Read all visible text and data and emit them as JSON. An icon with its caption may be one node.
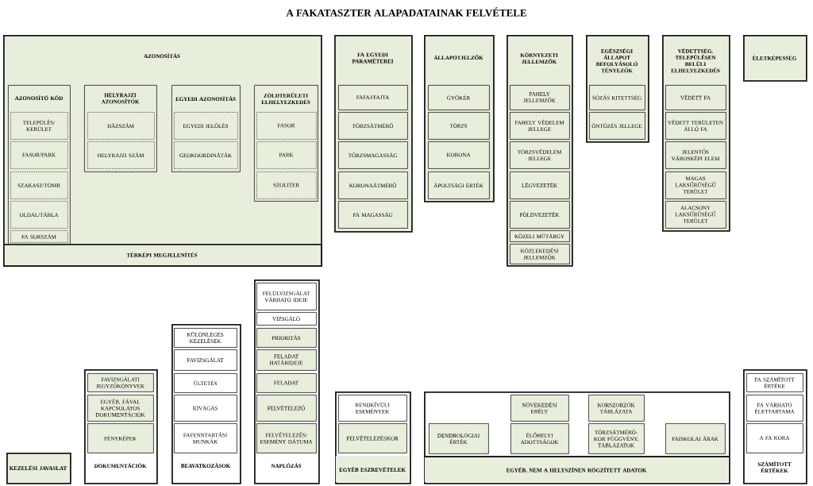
{
  "diagram": {
    "title": "A FAKATASZTER ALAPADATAINAK FELVÉTELE",
    "nodes": [
      {
        "text": [
          "AZONOSÍTÁS"
        ]
      },
      {
        "text": [
          "AZONOSÍTÓ KÓD"
        ],
        "in": 0
      },
      {
        "text": [
          "TELEPÜLÉS/ KERÜLET"
        ],
        "in": 1
      },
      {
        "text": [
          "FASOR/PARK"
        ],
        "in": 1
      },
      {
        "text": [
          "SZAKASZ/TÖMB"
        ],
        "in": 1
      },
      {
        "text": [
          "OLDAL/TÁBLA"
        ],
        "in": 1
      },
      {
        "text": [
          "FA SORSZÁM"
        ],
        "in": 1
      },
      {
        "text": [
          "HELYRAJZI AZONOSÍTÓK"
        ],
        "in": 0
      },
      {
        "text": [
          "HÁZSZÁM"
        ],
        "in": 7
      },
      {
        "text": [
          "HELYRAJZI SZÁM"
        ],
        "in": 7
      },
      {
        "text": [
          "EGYEDI AZONOSÍTÁS"
        ],
        "in": 0
      },
      {
        "text": [
          "EGYEDI JELÖLÉS"
        ],
        "in": 10
      },
      {
        "text": [
          "GEOKOORDINÁTÁK"
        ],
        "in": 10
      },
      {
        "text": [
          "ZÖLDTERÜLETI ELHELYEZKEDÉS"
        ],
        "in": 0
      },
      {
        "text": [
          "FASOR"
        ],
        "in": 13
      },
      {
        "text": [
          "PARK"
        ],
        "in": 13
      },
      {
        "text": [
          "SZOLITER"
        ],
        "in": 13
      },
      {
        "text": [
          "TÉRKÉPI MEGJELENÍTÉS"
        ],
        "in": 0
      },
      {
        "text": [
          "FA EGYEDI PARAMÉTEREI"
        ]
      },
      {
        "text": [
          "FAFAJ/FAJTA"
        ],
        "in": 18
      },
      {
        "text": [
          "TÖRZSÁTMÉRŐ"
        ],
        "in": 18
      },
      {
        "text": [
          "TÖRZSMAGASSÁG"
        ],
        "in": 18
      },
      {
        "text": [
          "KORONAÁTMÉRŐ"
        ],
        "in": 18
      },
      {
        "text": [
          "FA MAGASSÁG"
        ],
        "in": 18
      },
      {
        "text": [
          "ÁLLAPOTJELZŐK"
        ]
      },
      {
        "text": [
          "GYÖKÉR"
        ],
        "in": 24
      },
      {
        "text": [
          "TÖRZS"
        ],
        "in": 24
      },
      {
        "text": [
          "KORONA"
        ],
        "in": 24
      },
      {
        "text": [
          "ÁPOLTSÁGI ÉRTÉK"
        ],
        "in": 24
      },
      {
        "text": [
          "KÖRNYEZETI JELLEMZŐK"
        ]
      },
      {
        "text": [
          "FAHELY JELLEMZŐK"
        ],
        "in": 29
      },
      {
        "text": [
          "FAHELY VÉDELEM JELLEGE"
        ],
        "in": 29
      },
      {
        "text": [
          "TÖRZSVÉDELEM JELLEGE"
        ],
        "in": 29
      },
      {
        "text": [
          "LÉGVEZETÉK"
        ],
        "in": 29
      },
      {
        "text": [
          "FÖLDVEZETÉK"
        ],
        "in": 29
      },
      {
        "text": [
          "KÖZELI MŰTÁRGY"
        ],
        "in": 29
      },
      {
        "text": [
          "KÖZLEKEDÉSI JELLEMZŐK"
        ],
        "in": 29
      },
      {
        "text": [
          "EGÉSZSÉGI ÁLLAPOT BEFOLYÁSOLÓ TÉNYEZŐK"
        ]
      },
      {
        "text": [
          "SÓZÁS KITETTSÉG"
        ],
        "in": 37
      },
      {
        "text": [
          "ÖNTÖZÉS JELLEGE"
        ],
        "in": 37
      },
      {
        "text": [
          "VÉDETTSÉG. TELEPÜLÉSEN BELÜLI ELHELYEZKEDÉS"
        ]
      },
      {
        "text": [
          "VÉDETT FA"
        ],
        "in": 40
      },
      {
        "text": [
          "VÉDETT TERÜLETEN ÁLLÓ FA"
        ],
        "in": 40
      },
      {
        "text": [
          "JELENTŐS VÁROSKÉPI ELEM"
        ],
        "in": 40
      },
      {
        "text": [
          "MAGAS LAKSŰRŰSÉGŰ TERÜLET"
        ],
        "in": 40
      },
      {
        "text": [
          "ALACSONY LAKSŰRŰSÉGŰ TERÜLET"
        ],
        "in": 40
      },
      {
        "text": [
          "ÉLETKÉPESSÉG"
        ]
      },
      {
        "text": [
          "KEZELÉSI JAVASLAT"
        ]
      },
      {
        "text": [
          "DOKUMENTÁCIÓK"
        ]
      },
      {
        "text": [
          "FAVIZSGÁLATI JEGYZŐKÖNYVEK"
        ],
        "in": 48
      },
      {
        "text": [
          "EGYÉB, FÁVAL KAPCSOLATOS DOKUMENTÁCIÓK"
        ],
        "in": 48
      },
      {
        "text": [
          "FÉNYKÉPEK"
        ],
        "in": 48
      },
      {
        "text": [
          "BEAVATKOZÁSOK"
        ]
      },
      {
        "text": [
          "KÜLÖNLEGES KEZELÉSEK"
        ],
        "in": 52
      },
      {
        "text": [
          "FAVIZSGÁLAT"
        ],
        "in": 52
      },
      {
        "text": [
          "ÜLTETÉS"
        ],
        "in": 52
      },
      {
        "text": [
          "KIVÁGÁS"
        ],
        "in": 52
      },
      {
        "text": [
          "FAFENNTARTÁSI MUNKÁK"
        ],
        "in": 52
      },
      {
        "text": [
          "NAPLÓZÁS"
        ]
      },
      {
        "text": [
          "FELÜLVIZSGÁLAT VÁRHATÓ IDEJE"
        ],
        "in": 58
      },
      {
        "text": [
          "VIZSGÁLÓ"
        ],
        "in": 58
      },
      {
        "text": [
          "PRIORITÁS"
        ],
        "in": 58
      },
      {
        "text": [
          "FELADAT HATÁRIDEJE"
        ],
        "in": 58
      },
      {
        "text": [
          "FELADAT"
        ],
        "in": 58
      },
      {
        "text": [
          "FELVÉTELEZŐ"
        ],
        "in": 58
      },
      {
        "text": [
          "FELVÉTELEZÉS/ ESEMÉNY DÁTUMA"
        ],
        "in": 58
      },
      {
        "text": [
          "EGYÉB ESZREVÉTELEK"
        ]
      },
      {
        "text": [
          "RENDKÍVÜLI ESEMÉNYEK"
        ],
        "in": 66
      },
      {
        "text": [
          "FELVÉTELEZÉSKOR"
        ],
        "in": 66
      },
      {
        "text": [
          "EGYÉB, NEM A HELYSZÍNEN RÖGZÍTETT ADATOK"
        ]
      },
      {
        "text": [
          "DENDROLÓGIAI ÉRTÉK"
        ],
        "in": 69
      },
      {
        "text": [
          "NÖVEKEDÉSI ERÉLY"
        ],
        "in": 69
      },
      {
        "text": [
          "ÉLŐHELYI ADOTTSÁGOK"
        ],
        "in": 69
      },
      {
        "text": [
          "KORSZORZÓK TÁBLÁZATA"
        ],
        "in": 69
      },
      {
        "text": [
          "TÖRZSÁTMÉRŐ-KOR FÜGGVÉNY, TÁBLÁZATOK"
        ],
        "in": 69
      },
      {
        "text": [
          "FAISKOLAI ÁRAK"
        ],
        "in": 69
      },
      {
        "text": [
          "SZÁMÍTOTT ÉRTÉKEK"
        ]
      },
      {
        "text": [
          "FA SZÁMÍTOTT ÉRTÉKE"
        ],
        "in": 76
      },
      {
        "text": [
          "FA VÁRHATÓ ÉLETTARTAMA"
        ],
        "in": 76
      },
      {
        "text": [
          "A FA KORA"
        ],
        "in": 76
      }
    ]
  }
}
